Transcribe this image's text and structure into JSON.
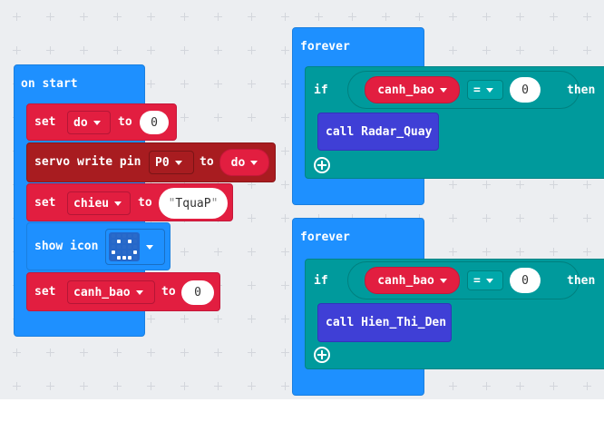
{
  "on_start": {
    "hat_label": "on start",
    "rows": {
      "set_do": {
        "set": "set",
        "var": "do",
        "to": "to",
        "value": "0"
      },
      "servo": {
        "label": "servo write pin",
        "pin": "P0",
        "to": "to",
        "var": "do"
      },
      "set_chieu": {
        "set": "set",
        "var": "chieu",
        "to": "to",
        "value": "TquaP"
      },
      "show_icon": {
        "label": "show icon",
        "icon": "happy-face-icon"
      },
      "set_canh_bao": {
        "set": "set",
        "var": "canh_bao",
        "to": "to",
        "value": "0"
      }
    }
  },
  "forever_1": {
    "hat_label": "forever",
    "if_label": "if",
    "var": "canh_bao",
    "op": "=",
    "value": "0",
    "then_label": "then",
    "call_label": "call Radar_Quay"
  },
  "forever_2": {
    "hat_label": "forever",
    "if_label": "if",
    "var": "canh_bao",
    "op": "=",
    "value": "0",
    "then_label": "then",
    "call_label": "call Hien_Thi_Den"
  },
  "colors": {
    "basic_blue": "#1e90ff",
    "variables_red": "#e21e40",
    "pins_darkred": "#a81c20",
    "logic_teal": "#009a9c",
    "functions_indigo": "#3f3fd6",
    "workspace_bg": "#eceef1"
  }
}
